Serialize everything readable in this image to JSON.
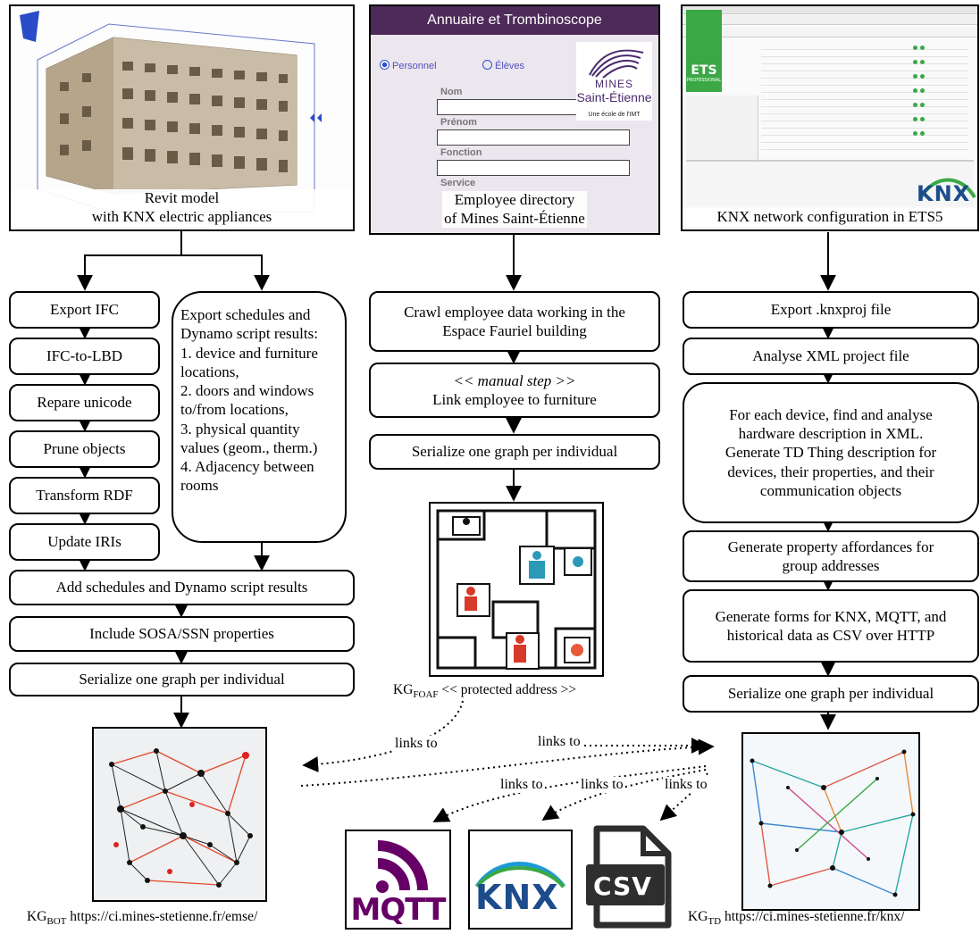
{
  "screenshots": {
    "revit_caption": "Revit model\nwith KNX electric appliances",
    "directory_caption": "Employee directory\nof Mines Saint-Étienne",
    "ets_caption": "KNX network configuration in ETS5",
    "directory": {
      "header": "Annuaire et Trombinoscope",
      "radio_personnel": "Personnel",
      "radio_eleves": "Élèves",
      "field_nom": "Nom",
      "field_prenom": "Prénom",
      "field_fonction": "Fonction",
      "field_service": "Service",
      "logo_name": "MINES",
      "logo_city": "Saint-Étienne",
      "logo_tagline": "Une école de l'IMT"
    },
    "ets": {
      "logo_text": "ETS",
      "logo_sub": "PROFESSIONAL",
      "knx_logo": "KNX"
    }
  },
  "left_column": {
    "pipeline": [
      "Export IFC",
      "IFC-to-LBD",
      "Repare unicode",
      "Prune objects",
      "Transform RDF",
      "Update IRIs"
    ],
    "schedules": "Export schedules and\nDynamo script results:\n1. device and furniture\nlocations,\n2. doors and windows\nto/from locations,\n3. physical quantity\nvalues (geom., therm.)\n4. Adjacency between\nrooms",
    "merge_steps": [
      "Add schedules and Dynamo script results",
      "Include SOSA/SSN properties",
      "Serialize one graph per individual"
    ],
    "kg_main": "KG",
    "kg_sub": "BOT",
    "kg_url": " https://ci.mines-stetienne.fr/emse/"
  },
  "middle_column": {
    "crawl": "Crawl employee data working in the\nEspace Fauriel building",
    "manual": "<< manual step >>",
    "link": "Link employee to furniture",
    "serialize": "Serialize one graph per individual",
    "kg_main": "KG",
    "kg_sub": "FOAF",
    "kg_suffix": " << protected address >>"
  },
  "right_column": {
    "steps": [
      "Export .knxproj file",
      "Analyse XML project file",
      "For each device, find and analyse\nhardware description in XML.\nGenerate TD Thing description for\ndevices, their properties, and their\ncommunication objects",
      "Generate property affordances for\ngroup addresses",
      "Generate forms for KNX, MQTT, and\nhistorical data as CSV over HTTP",
      "Serialize one graph per individual"
    ],
    "kg_main": "KG",
    "kg_sub": "TD",
    "kg_url": " https://ci.mines-stetienne.fr/knx/"
  },
  "links": {
    "l1": "links to",
    "l2": "links to",
    "l3": "links to",
    "l4": "links to",
    "l5": "links to"
  },
  "icons": {
    "mqtt": "MQTT",
    "knx": "KNX",
    "csv": "CSV"
  },
  "colors": {
    "mqtt_purple": "#660066",
    "knx_blue": "#1c4c8c",
    "knx_green": "#3aa845",
    "directory_header": "#4e2a58",
    "graph_red": "#e03a2a",
    "graph_dark": "#111111"
  }
}
